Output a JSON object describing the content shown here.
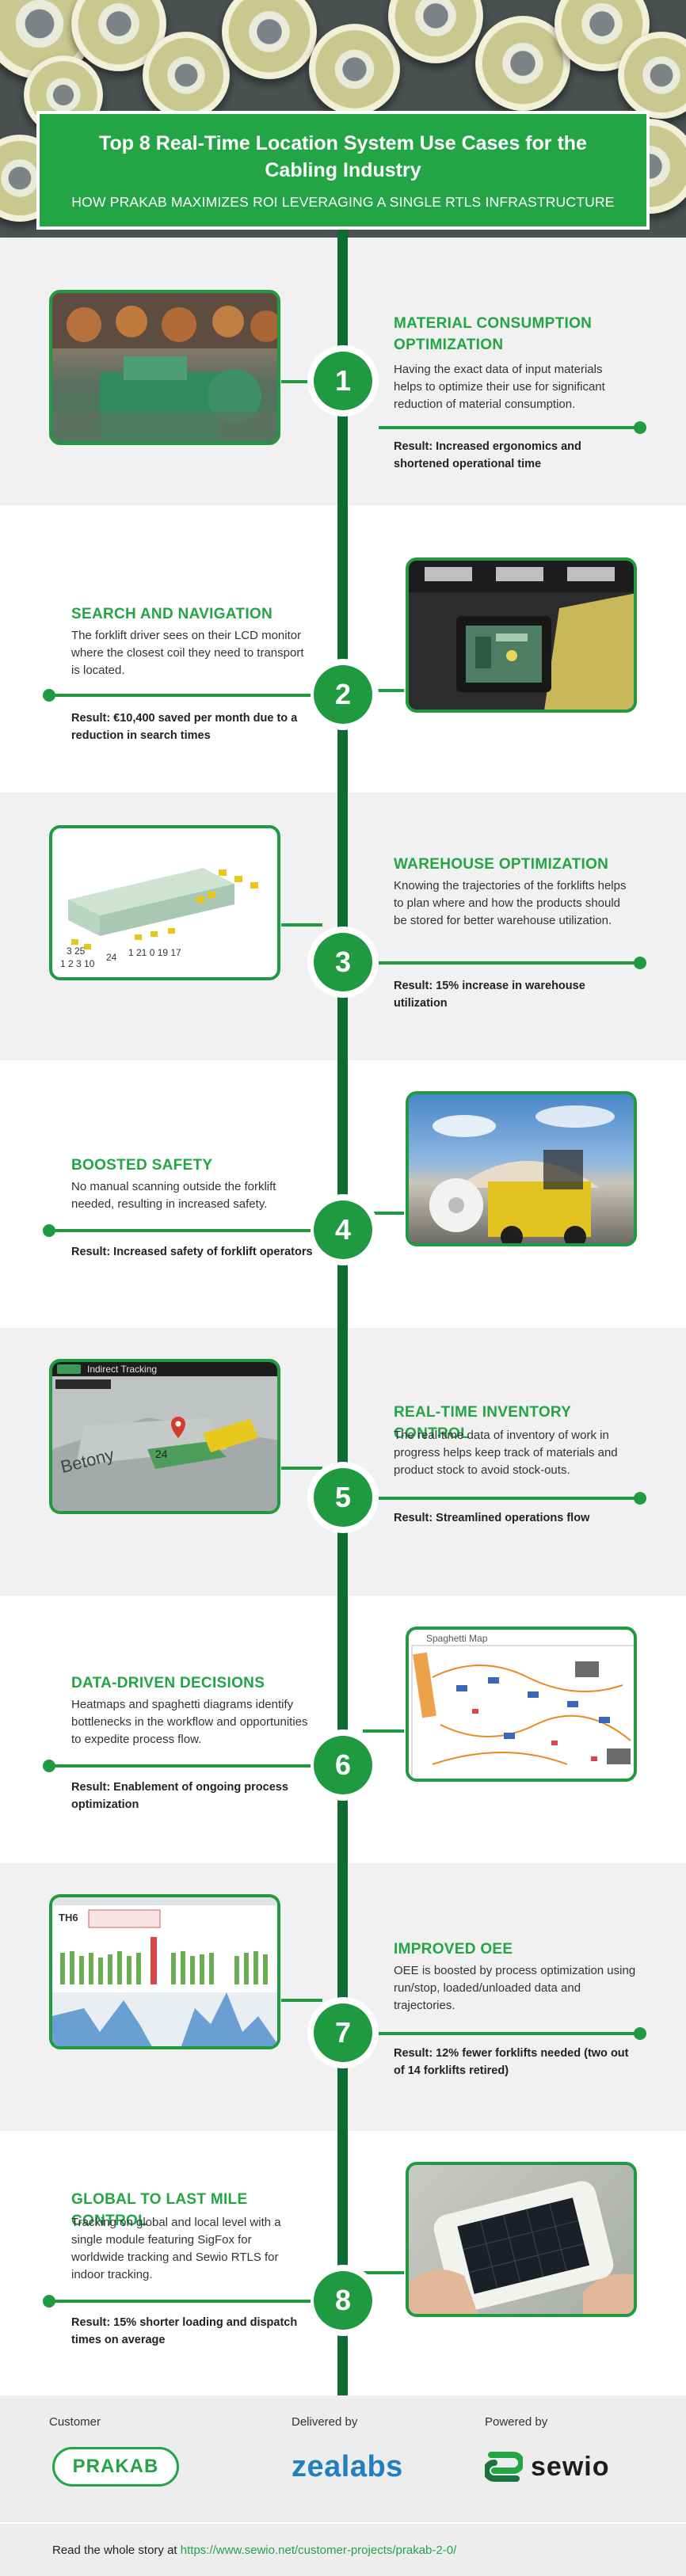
{
  "header": {
    "title": "Top 8 Real-Time Location System Use Cases for the Cabling Industry",
    "subtitle": "HOW PRAKAB MAXIMIZES ROI LEVERAGING A SINGLE RTLS INFRASTRUCTURE"
  },
  "colors": {
    "brand_green": "#23a545",
    "dark_green": "#0f6b34"
  },
  "use_cases": [
    {
      "number": "1",
      "title": "MATERIAL CONSUMPTION OPTIMIZATION",
      "description": "Having the exact data of input materials helps to optimize their use for significant reduction of material consumption.",
      "result": "Result: Increased ergonomics and shortened operational time"
    },
    {
      "number": "2",
      "title": "SEARCH AND NAVIGATION",
      "description": "The forklift driver sees on their LCD monitor where the closest coil they need to transport is located.",
      "result": "Result: €10,400 saved per month due to a reduction in search times"
    },
    {
      "number": "3",
      "title": "WAREHOUSE OPTIMIZATION",
      "description": "Knowing the trajectories of the forklifts helps to plan where and how the products should be stored for better warehouse utilization.",
      "result": "Result: 15% increase in warehouse utilization"
    },
    {
      "number": "4",
      "title": "BOOSTED SAFETY",
      "description": "No manual scanning outside the forklift needed, resulting in increased safety.",
      "result": "Result: Increased safety of forklift operators"
    },
    {
      "number": "5",
      "title": "REAL-TIME INVENTORY CONTROL",
      "description": "The real-time data of inventory of work in progress helps keep track of materials and product stock to avoid stock-outs.",
      "result": "Result: Streamlined operations flow"
    },
    {
      "number": "6",
      "title": "DATA-DRIVEN DECISIONS",
      "description": "Heatmaps and spaghetti diagrams identify bottlenecks in the workflow and opportunities to expedite process flow.",
      "result": "Result: Enablement of ongoing process optimization"
    },
    {
      "number": "7",
      "title": "IMPROVED OEE",
      "description": "OEE is boosted by process optimization using run/stop, loaded/unloaded data and trajectories.",
      "result": "Result: 12% fewer forklifts needed (two out of 14 forklifts retired)"
    },
    {
      "number": "8",
      "title": "GLOBAL TO LAST MILE CONTROL",
      "description": "Tracking on global and local level with a single module featuring SigFox for worldwide tracking and Sewio RTLS for indoor tracking.",
      "result": "Result: 15% shorter loading and dispatch times on average"
    }
  ],
  "screens": {
    "indirect_tracking": "Indirect Tracking",
    "spaghetti_map": "Spaghetti Map",
    "map_label_betony": "Betony",
    "map_label_24": "24",
    "wh_labels": [
      "3 25",
      "1 2 3 10",
      "24",
      "1 21 0 19 17"
    ],
    "oee_code": "TH6"
  },
  "footer": {
    "customer_label": "Customer",
    "delivered_label": "Delivered by",
    "powered_label": "Powered by",
    "customer_logo": "PRAKAB",
    "delivered_logo": "zealabs",
    "powered_logo": "sewio",
    "story_prefix": "Read the whole story at",
    "story_link": "https://www.sewio.net/customer-projects/prakab-2-0/"
  }
}
